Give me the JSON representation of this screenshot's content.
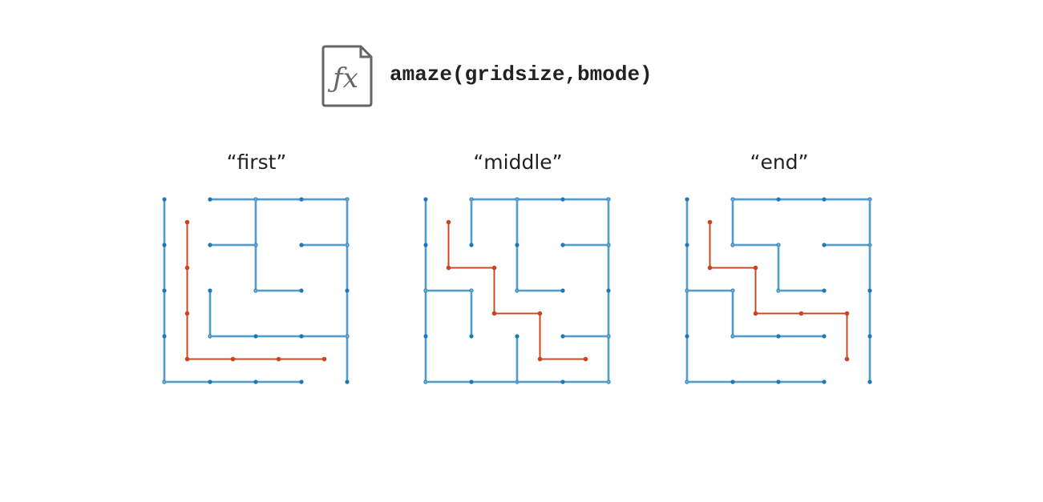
{
  "header": {
    "icon": "function-fx-icon",
    "signature": "amaze(gridsize,bmode)"
  },
  "colors": {
    "maze": "#1f77b4",
    "maze_light": "#8fc0dc",
    "path": "#c8461f",
    "path_light": "#e8a896",
    "text": "#222222",
    "icon": "#666666"
  },
  "panels": [
    {
      "title": "“first”",
      "maze_edges": [
        [
          [
            0,
            0
          ],
          [
            0,
            4
          ]
        ],
        [
          [
            1,
            0
          ],
          [
            4,
            0
          ]
        ],
        [
          [
            2,
            0
          ],
          [
            2,
            2
          ]
        ],
        [
          [
            4,
            0
          ],
          [
            4,
            4
          ]
        ],
        [
          [
            1,
            1
          ],
          [
            2,
            1
          ]
        ],
        [
          [
            3,
            1
          ],
          [
            4,
            1
          ]
        ],
        [
          [
            2,
            2
          ],
          [
            3,
            2
          ]
        ],
        [
          [
            1,
            2
          ],
          [
            1,
            3
          ]
        ],
        [
          [
            1,
            3
          ],
          [
            4,
            3
          ]
        ],
        [
          [
            0,
            4
          ],
          [
            3,
            4
          ]
        ]
      ],
      "path": [
        [
          0.5,
          0.5
        ],
        [
          0.5,
          1.5
        ],
        [
          0.5,
          2.5
        ],
        [
          0.5,
          3.5
        ],
        [
          1.5,
          3.5
        ],
        [
          2.5,
          3.5
        ],
        [
          3.5,
          3.5
        ]
      ]
    },
    {
      "title": "“middle”",
      "maze_edges": [
        [
          [
            0,
            0
          ],
          [
            0,
            4
          ]
        ],
        [
          [
            1,
            0
          ],
          [
            4,
            0
          ]
        ],
        [
          [
            1,
            0
          ],
          [
            1,
            1
          ]
        ],
        [
          [
            2,
            0
          ],
          [
            2,
            2
          ]
        ],
        [
          [
            4,
            0
          ],
          [
            4,
            4
          ]
        ],
        [
          [
            3,
            1
          ],
          [
            4,
            1
          ]
        ],
        [
          [
            2,
            2
          ],
          [
            3,
            2
          ]
        ],
        [
          [
            0,
            2
          ],
          [
            1,
            2
          ]
        ],
        [
          [
            1,
            2
          ],
          [
            1,
            3
          ]
        ],
        [
          [
            2,
            3
          ],
          [
            2,
            4
          ]
        ],
        [
          [
            3,
            3
          ],
          [
            4,
            3
          ]
        ],
        [
          [
            0,
            4
          ],
          [
            4,
            4
          ]
        ]
      ],
      "path": [
        [
          0.5,
          0.5
        ],
        [
          0.5,
          1.5
        ],
        [
          1.5,
          1.5
        ],
        [
          1.5,
          2.5
        ],
        [
          2.5,
          2.5
        ],
        [
          2.5,
          3.5
        ],
        [
          3.5,
          3.5
        ]
      ]
    },
    {
      "title": "“end”",
      "maze_edges": [
        [
          [
            0,
            0
          ],
          [
            0,
            4
          ]
        ],
        [
          [
            1,
            0
          ],
          [
            4,
            0
          ]
        ],
        [
          [
            1,
            0
          ],
          [
            1,
            1
          ]
        ],
        [
          [
            1,
            1
          ],
          [
            2,
            1
          ]
        ],
        [
          [
            2,
            1
          ],
          [
            2,
            2
          ]
        ],
        [
          [
            2,
            2
          ],
          [
            3,
            2
          ]
        ],
        [
          [
            3,
            1
          ],
          [
            4,
            1
          ]
        ],
        [
          [
            4,
            0
          ],
          [
            4,
            4
          ]
        ],
        [
          [
            0,
            2
          ],
          [
            1,
            2
          ]
        ],
        [
          [
            1,
            2
          ],
          [
            1,
            3
          ]
        ],
        [
          [
            1,
            3
          ],
          [
            3,
            3
          ]
        ],
        [
          [
            0,
            4
          ],
          [
            3,
            4
          ]
        ]
      ],
      "path": [
        [
          0.5,
          0.5
        ],
        [
          0.5,
          1.5
        ],
        [
          1.5,
          1.5
        ],
        [
          1.5,
          2.5
        ],
        [
          2.5,
          2.5
        ],
        [
          3.5,
          2.5
        ],
        [
          3.5,
          3.5
        ]
      ]
    }
  ]
}
